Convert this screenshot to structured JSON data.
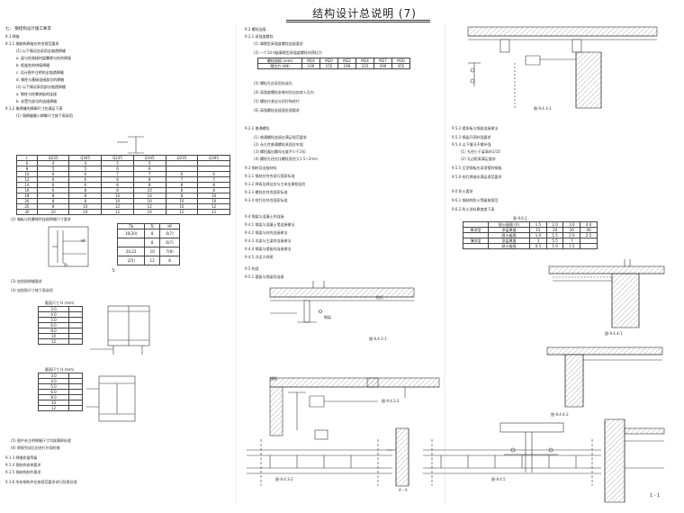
{
  "title": "结构设计总说明 (7)",
  "col1_lines": [
    "七、   钢结构设计施工要求",
    "9.1    焊接",
    "9.1.1    钢结构焊接应符合规范要求",
    "(1)  以下情况应采用全熔透焊缝",
    "a.  梁与柱刚接时梁翼缘与柱的焊接",
    "b.  框架柱的拼接焊缝",
    "c.  设计图中注明的全熔透焊缝",
    "d.  钢柱与基础连接部位的焊缝",
    "(2)  以下情况采用部分熔透焊缝",
    "a.  钢柱与柱脚底板的连接",
    "b.  非受力部位的连接焊缝",
    "9.1.2    角焊缝的焊脚尺寸应满足下表",
    "(1)  角焊缝最小焊脚尺寸按下表采用"
  ],
  "weld_table": {
    "headers": [
      "t",
      "Q235",
      "Q345",
      "Q235",
      "Q345",
      "Q235",
      "Q345"
    ],
    "rows": [
      [
        "6",
        "4",
        "4",
        "5",
        "5",
        "",
        ""
      ],
      [
        "8",
        "5",
        "5",
        "6",
        "6",
        "",
        ""
      ],
      [
        "10",
        "6",
        "6",
        "7",
        "7",
        "6",
        "6"
      ],
      [
        "12",
        "6",
        "6",
        "8",
        "8",
        "7",
        "7"
      ],
      [
        "14",
        "6",
        "6",
        "8",
        "8",
        "8",
        "8"
      ],
      [
        "16",
        "6",
        "8",
        "8",
        "10",
        "8",
        "8"
      ],
      [
        "18",
        "8",
        "8",
        "10",
        "10",
        "8",
        "10"
      ],
      [
        "20",
        "8",
        "8",
        "10",
        "10",
        "10",
        "10"
      ],
      [
        "25",
        "8",
        "10",
        "12",
        "12",
        "10",
        "12"
      ],
      [
        "30",
        "10",
        "10",
        "12",
        "14",
        "12",
        "12"
      ]
    ]
  },
  "tb_table": {
    "headers": [
      "Tb",
      "Tc",
      "Hf"
    ],
    "rows": [
      [
        "16(20)",
        "8",
        "6(7)"
      ],
      [
        "",
        "8",
        "6(7)"
      ],
      [
        "20,22",
        "10",
        "7(8)"
      ],
      [
        "(25)",
        "12",
        "8"
      ]
    ]
  },
  "col1_lower": [
    "(2)  端板与柱翼缘的连接焊缝尺寸要求",
    "(3)  加劲肋焊缝要求",
    "(4)  加劲肋尺寸按下表选用",
    "截面尺寸 H (mm)",
    "截面尺寸 H (mm)",
    "(5)  图中未注明焊缝尺寸均按满焊处理",
    "(6)  焊接完成后应进行外观检查",
    "9.1.3    焊缝质量等级",
    "9.1.4    钢结构安装要求",
    "9.1.5    钢结构制作要求",
    "9.1.6    所有钢构件应按规范要求进行防腐处理"
  ],
  "stiff_rows_a": [
    "3.0",
    "4.0",
    "5.0",
    "6.0",
    "8.0",
    "10",
    "12"
  ],
  "stiff_rows_b": [
    "3.0",
    "4.0",
    "5.0",
    "6.0",
    "8.0",
    "10",
    "12"
  ],
  "col2_lines": [
    "9.2    螺栓连接",
    "9.2.1    高强度螺栓",
    "(1)  摩擦型高强度螺栓连接要求",
    "(2)  一个10.9级摩擦型高强度螺栓的预拉力",
    "(3)  螺栓孔应采用钻成孔",
    "(4)  高强度螺栓安装时应自由穿入孔内",
    "(5)  螺栓拧紧应分初拧和终拧",
    "(6)  高强螺栓连接面处理要求",
    "9.2.2    普通螺栓",
    "(1)  普通螺栓连接应满足规范要求",
    "(2)  永久性普通螺栓紧固应牢固",
    "(3)  螺栓露出螺母长度不少于2扣",
    "(4)  螺栓孔径应比螺栓直径大1.5~2mm",
    "9.3    钢材及连接材料",
    "9.3.1    钢材应符合现行国家标准",
    "9.3.2    焊条及焊丝应与主体金属相适应",
    "9.3.3    螺栓应符合国家标准",
    "9.3.4    栓钉应符合国家标准",
    "9.4    钢梁与混凝土的连接",
    "9.4.1    钢梁与混凝土墙连接做法",
    "9.4.2    钢梁与柱的连接做法",
    "9.4.3    次梁与主梁的连接做法",
    "9.4.4    钢梁与楼板的连接做法",
    "9.4.5    详见大样图",
    "9.5    构造",
    "9.5.1    楼板与钢梁的连接"
  ],
  "bolt_table": {
    "headers": [
      "螺栓规格 (mm)",
      "M16",
      "M20",
      "M22",
      "M24",
      "M27",
      "M30"
    ],
    "rows": [
      [
        "预拉力 (kN)",
        "100",
        "155",
        "190",
        "225",
        "290",
        "355"
      ]
    ]
  },
  "col3_lines": [
    "9.5.2    楼承板与钢梁连接做法",
    "9.5.3    钢梁开洞补强要求",
    "9.5.4    以下情况不需补强",
    "(1)  孔径小于梁高的1/10",
    "(2)  孔边距离满足要求",
    "9.5.5    压型钢板应采用镀锌钢板",
    "9.5.6    栓钉焊接应满足规范要求",
    "9.6    防火要求",
    "9.6.1    钢结构防火等级按规范",
    "9.6.2    防火涂料厚度按下表"
  ],
  "fire_table_title": "表-9.6.2",
  "fire_table": {
    "headers": [
      "",
      "耐火极限 (h)",
      "1.5",
      "2.0",
      "3.0",
      "4.0"
    ],
    "rows": [
      [
        "厚涂型",
        "涂层厚度",
        "15",
        "20",
        "30",
        "40"
      ],
      [
        "",
        "耐火极限",
        "1.0",
        "1.5",
        "2.0",
        "2.5"
      ],
      [
        "薄涂型",
        "涂层厚度",
        "3",
        "5.5",
        "7",
        ""
      ],
      [
        "",
        "耐火极限",
        "0.5",
        "1.0",
        "1.5",
        ""
      ]
    ]
  },
  "labels": {
    "fig_a": "图-9.4.3-1",
    "fig_b": "图-9.4.4-1",
    "fig_c": "图-9.4.4-2",
    "fig_d": "图-9.4.3-2",
    "fig_e": "图-9.4.2-1",
    "fig_f": "图-9.4.2-2",
    "fig_g": "图-9.4.5",
    "sec_aa": "A - A",
    "sec_11": "1 - 1",
    "steel_beam": "钢梁",
    "ss": "栓钉",
    "slab": "楼板",
    "hf": "Hf",
    "tb": "Tb",
    "tc": "Tc"
  }
}
